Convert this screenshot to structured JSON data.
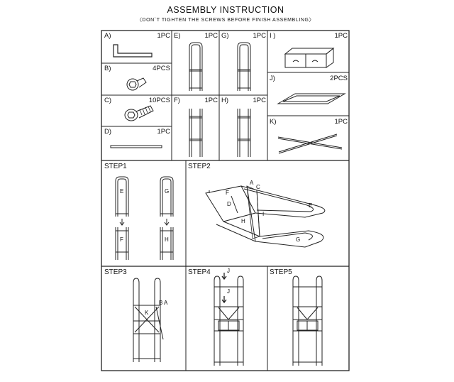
{
  "header": {
    "title": "ASSEMBLY INSTRUCTION",
    "subtitle": "〈DON`T TIGHTEN THE SCREWS BEFORE FINISH ASSEMBLING〉"
  },
  "parts": {
    "A": {
      "label": "A)",
      "qty": "1PC",
      "icon": "allen-key"
    },
    "B": {
      "label": "B)",
      "qty": "4PCS",
      "icon": "short-bolt"
    },
    "C": {
      "label": "C)",
      "qty": "10PCS",
      "icon": "long-bolt"
    },
    "D": {
      "label": "D)",
      "qty": "1PC",
      "icon": "rod"
    },
    "E": {
      "label": "E)",
      "qty": "1PC",
      "icon": "upper-frame"
    },
    "F": {
      "label": "F)",
      "qty": "1PC",
      "icon": "lower-frame"
    },
    "G": {
      "label": "G)",
      "qty": "1PC",
      "icon": "upper-frame"
    },
    "H": {
      "label": "H)",
      "qty": "1PC",
      "icon": "lower-frame"
    },
    "I": {
      "label": "I )",
      "qty": "1PC",
      "icon": "drawer-unit"
    },
    "J": {
      "label": "J)",
      "qty": "2PCS",
      "icon": "shelf-frame"
    },
    "K": {
      "label": "K)",
      "qty": "1PC",
      "icon": "cross-brace"
    }
  },
  "steps": {
    "s1": {
      "label": "STEP1",
      "tags": [
        "E",
        "G",
        "F",
        "H"
      ]
    },
    "s2": {
      "label": "STEP2",
      "tags": [
        "A",
        "C",
        "F",
        "D",
        "E",
        "H",
        "I",
        "G"
      ]
    },
    "s3": {
      "label": "STEP3",
      "tags": [
        "K",
        "B",
        "A"
      ]
    },
    "s4": {
      "label": "STEP4",
      "tags": [
        "J",
        "J"
      ]
    },
    "s5": {
      "label": "STEP5"
    }
  }
}
